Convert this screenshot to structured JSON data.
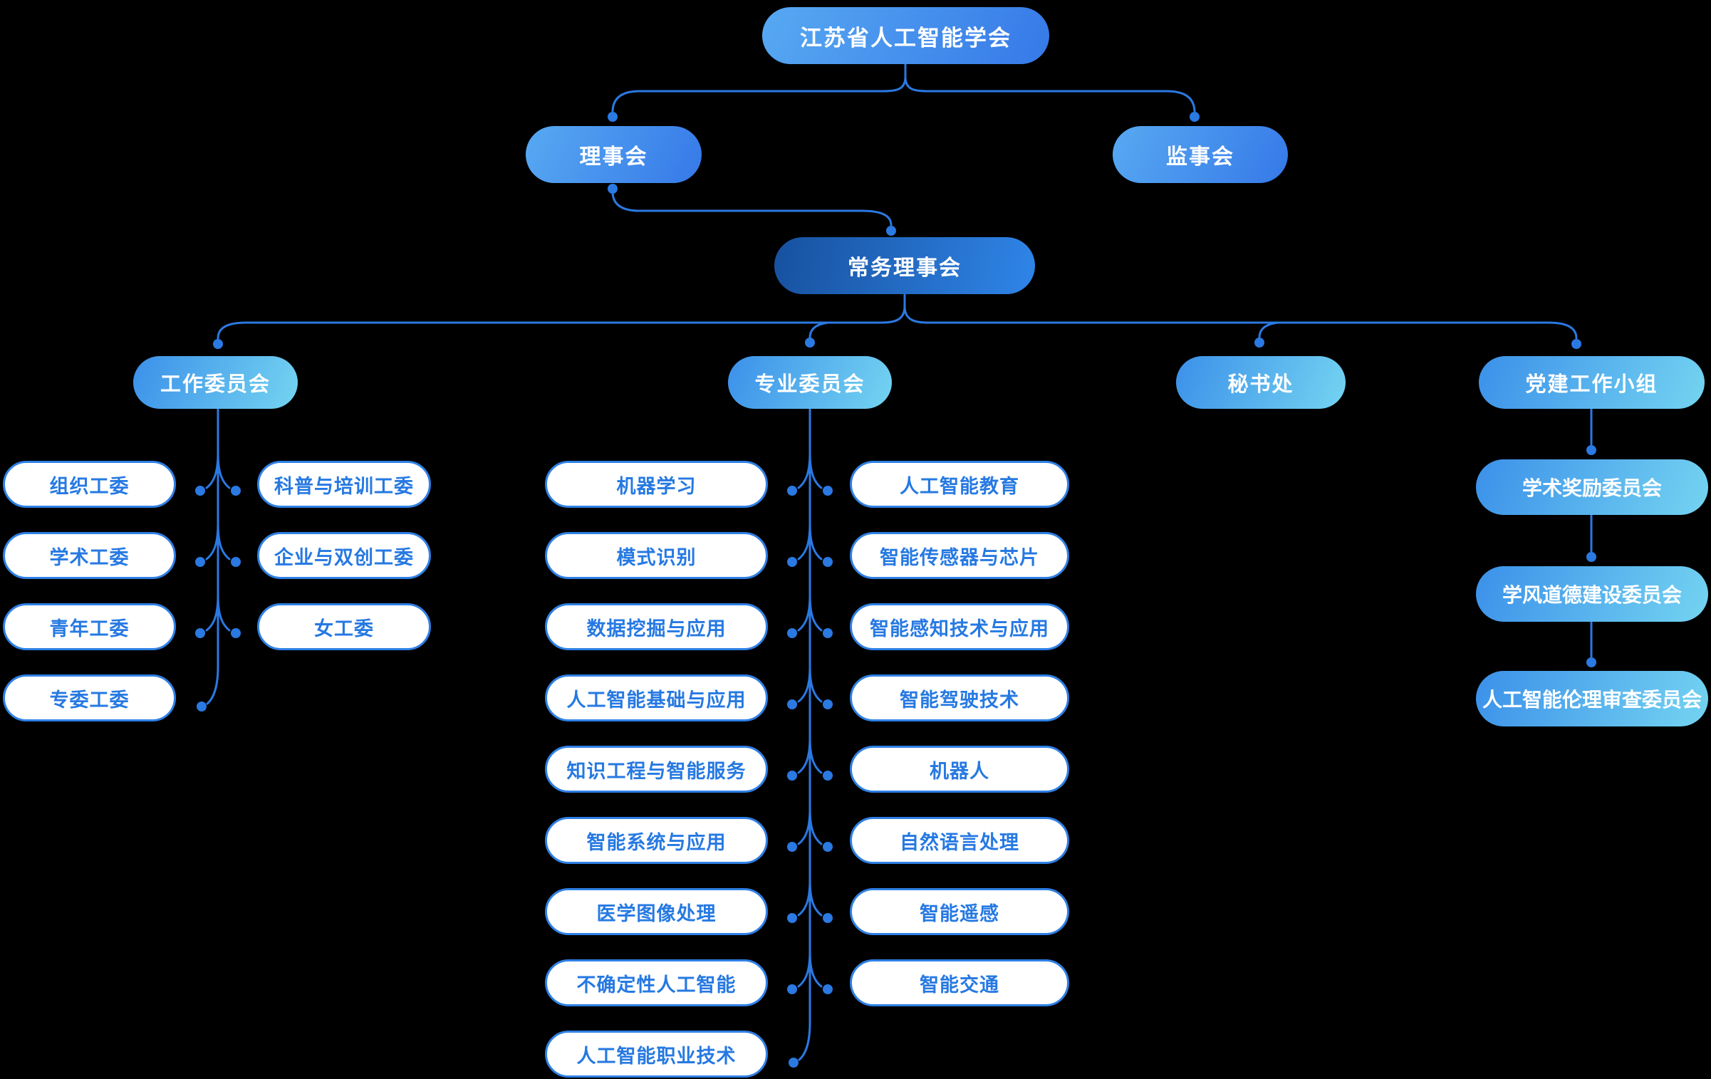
{
  "org": {
    "root": {
      "label": "江苏省人工智能学会"
    },
    "council": {
      "label": "理事会"
    },
    "supervisory_board": {
      "label": "监事会"
    },
    "standing_council": {
      "label": "常务理事会"
    },
    "work_committee": {
      "label": "工作委员会"
    },
    "professional_committee": {
      "label": "专业委员会"
    },
    "secretariat": {
      "label": "秘书处"
    },
    "party_group": {
      "label": "党建工作小组"
    }
  },
  "work_committees": {
    "left": [
      "组织工委",
      "学术工委",
      "青年工委",
      "专委工委"
    ],
    "right": [
      "科普与培训工委",
      "企业与双创工委",
      "女工委"
    ]
  },
  "professional_committees": {
    "left": [
      "机器学习",
      "模式识别",
      "数据挖掘与应用",
      "人工智能基础与应用",
      "知识工程与智能服务",
      "智能系统与应用",
      "医学图像处理",
      "不确定性人工智能",
      "人工智能职业技术"
    ],
    "right": [
      "人工智能教育",
      "智能传感器与芯片",
      "智能感知技术与应用",
      "智能驾驶技术",
      "机器人",
      "自然语言处理",
      "智能遥感",
      "智能交通"
    ]
  },
  "party_committees": [
    "学术奖励委员会",
    "学风道德建设委员会",
    "人工智能伦理审查委员会"
  ],
  "colors": {
    "background": "#000000",
    "line": "#2B79E2",
    "pill-border": "#2F80E5",
    "pill-text": "#2679E2",
    "grad-light-a": "#57A9F2",
    "grad-light-b": "#3679E8",
    "grad-dark-a": "#17519F",
    "grad-dark-b": "#2F85E8",
    "grad-cyan-a": "#3B90E9",
    "grad-cyan-b": "#74D4F1",
    "text-on-fill": "#FFFFFF"
  }
}
